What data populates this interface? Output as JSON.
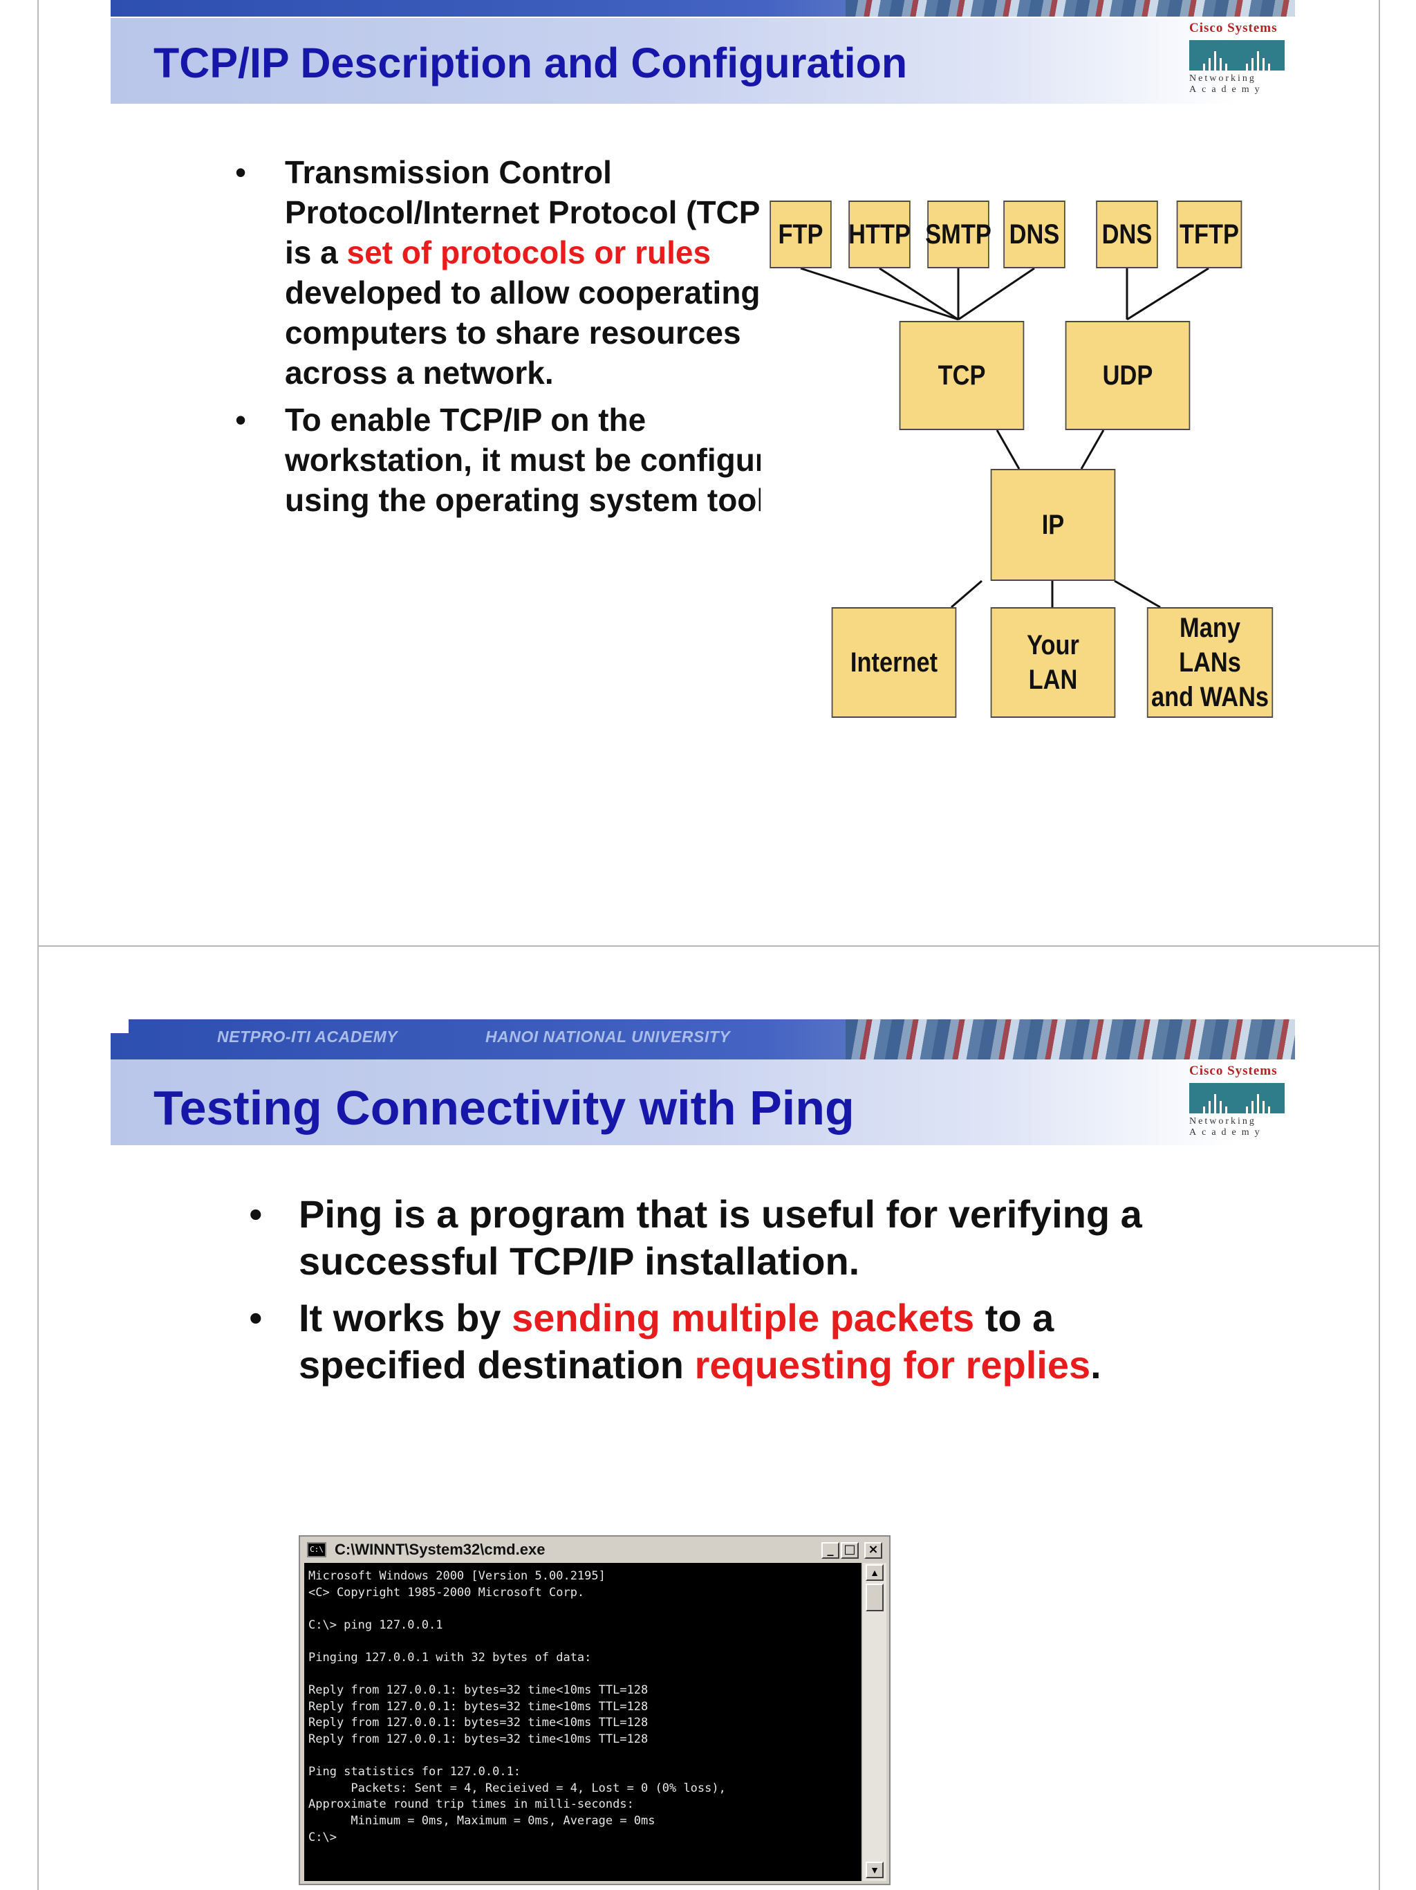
{
  "slide1": {
    "title": "TCP/IP Description and Configuration",
    "bullets": [
      {
        "lines": [
          {
            "segments": [
              {
                "text": "Transmission Control",
                "red": false
              }
            ]
          },
          {
            "segments": [
              {
                "text": "Protocol/Internet Protocol (TCP/IP)",
                "red": false
              }
            ]
          },
          {
            "segments": [
              {
                "text": "is a ",
                "red": false
              },
              {
                "text": "set of protocols or rules",
                "red": true
              }
            ]
          },
          {
            "segments": [
              {
                "text": "developed to allow cooperating",
                "red": false
              }
            ]
          },
          {
            "segments": [
              {
                "text": "computers to share resources",
                "red": false
              }
            ]
          },
          {
            "segments": [
              {
                "text": "across a network.",
                "red": false
              }
            ]
          }
        ]
      },
      {
        "lines": [
          {
            "segments": [
              {
                "text": "To enable TCP/IP on the",
                "red": false
              }
            ]
          },
          {
            "segments": [
              {
                "text": "workstation, it must be configured",
                "red": false
              }
            ]
          },
          {
            "segments": [
              {
                "text": "using the operating system tools.",
                "red": false
              }
            ]
          }
        ]
      }
    ],
    "diagram": {
      "application": [
        "FTP",
        "HTTP",
        "SMTP",
        "DNS",
        "DNS",
        "TFTP"
      ],
      "transport": [
        "TCP",
        "UDP"
      ],
      "internet": "IP",
      "networks": [
        {
          "line1": "Internet",
          "line2": ""
        },
        {
          "line1": "Your",
          "line2": "LAN"
        },
        {
          "line1": "Many LANs",
          "line2": "and WANs"
        }
      ],
      "box_color": "#f7d983"
    }
  },
  "slide2": {
    "strip_left": "NETPRO-ITI ACADEMY",
    "strip_right": "HANOI NATIONAL UNIVERSITY",
    "title": "Testing Connectivity with Ping",
    "bullets": [
      {
        "lines": [
          {
            "segments": [
              {
                "text": "Ping is a program that is useful for verifying a",
                "red": false
              }
            ]
          },
          {
            "segments": [
              {
                "text": "successful TCP/IP installation.",
                "red": false
              }
            ]
          }
        ]
      },
      {
        "lines": [
          {
            "segments": [
              {
                "text": "It works by ",
                "red": false
              },
              {
                "text": "sending multiple packets",
                "red": true
              },
              {
                "text": " to a",
                "red": false
              }
            ]
          },
          {
            "segments": [
              {
                "text": "specified destination ",
                "red": false
              },
              {
                "text": "requesting for replies",
                "red": true
              },
              {
                "text": ".",
                "red": false
              }
            ]
          }
        ]
      }
    ],
    "cmd_window": {
      "title": "C:\\WINNT\\System32\\cmd.exe",
      "icon_text": "C:\\",
      "lines": [
        "Microsoft Windows 2000 [Version 5.00.2195]",
        "<C> Copyright 1985-2000 Microsoft Corp.",
        "",
        "C:\\> ping 127.0.0.1",
        "",
        "Pinging 127.0.0.1 with 32 bytes of data:",
        "",
        "Reply from 127.0.0.1: bytes=32 time<10ms TTL=128",
        "Reply from 127.0.0.1: bytes=32 time<10ms TTL=128",
        "Reply from 127.0.0.1: bytes=32 time<10ms TTL=128",
        "Reply from 127.0.0.1: bytes=32 time<10ms TTL=128",
        "",
        "Ping statistics for 127.0.0.1:",
        "      Packets: Sent = 4, Recieived = 4, Lost = 0 (0% loss),",
        "Approximate round trip times in milli-seconds:",
        "      Minimum = 0ms, Maximum = 0ms, Average = 0ms",
        "C:\\>"
      ]
    }
  },
  "logo": {
    "top": "Cisco Systems",
    "networking": "Networking",
    "academy": "Academy"
  },
  "colors": {
    "title": "#1616a8",
    "highlight": "#e81c1c",
    "header_bar": "#b9c6ea"
  }
}
